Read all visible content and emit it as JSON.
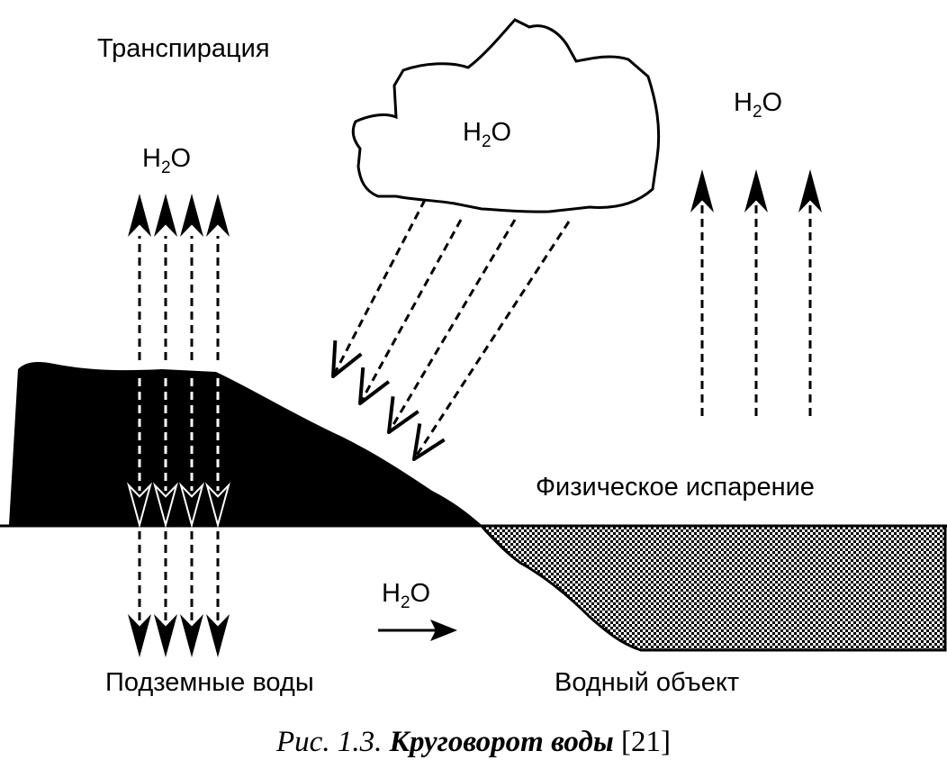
{
  "labels": {
    "transpiration": "Транспирация",
    "physical_evaporation": "Физическое испарение",
    "groundwater": "Подземные воды",
    "water_body": "Водный объект"
  },
  "h2o": {
    "base": "H",
    "subscript": "2",
    "suffix": "O"
  },
  "caption": {
    "prefix": "Рис. 1.3. ",
    "title": "Круговорот воды",
    "ref": " [21]"
  },
  "colors": {
    "ink": "#000000",
    "paper": "#ffffff"
  }
}
